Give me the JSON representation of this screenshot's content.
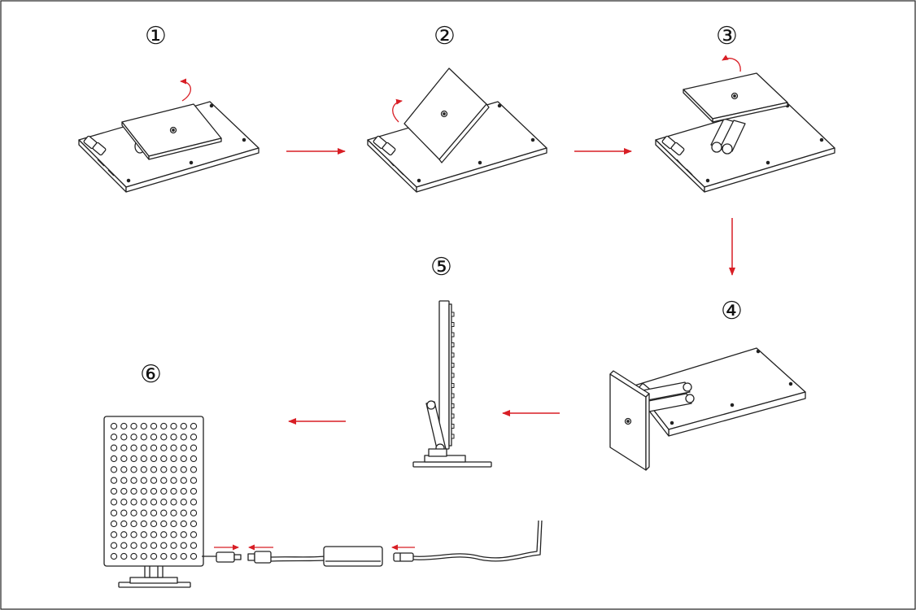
{
  "steps": [
    {
      "label": "①"
    },
    {
      "label": "②"
    },
    {
      "label": "③"
    },
    {
      "label": "④"
    },
    {
      "label": "⑤"
    },
    {
      "label": "⑥"
    }
  ],
  "colors": {
    "line": "#222222",
    "arrow": "#d81e25",
    "fill": "#ffffff"
  },
  "panel_grid": {
    "rows": 13,
    "cols": 9
  }
}
